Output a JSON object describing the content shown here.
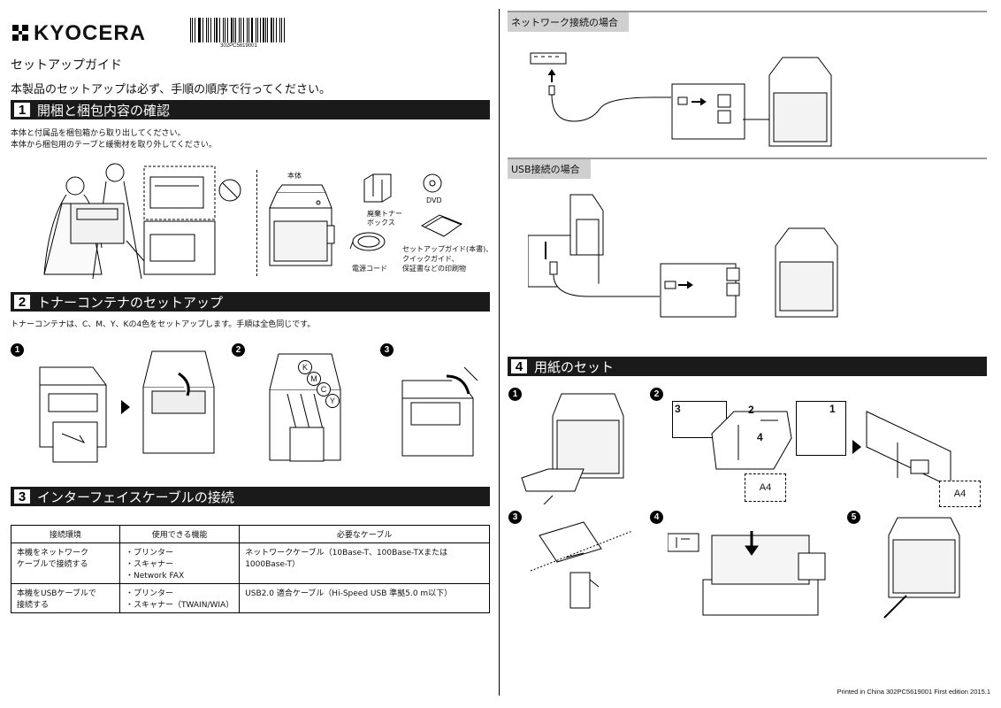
{
  "header": {
    "logo": "KYOCERA",
    "barcode_number": "302PC5619001",
    "guide_title": "セットアップガイド",
    "intro": "本製品のセットアップは必ず、手順の順序で行ってください。"
  },
  "sections": [
    {
      "number": "1",
      "title": "開梱と梱包内容の確認",
      "text": [
        "本体と付属品を梱包箱から取り出してください。",
        "本体から梱包用のテープと緩衝材を取り外してください。"
      ],
      "labels": {
        "main_unit": "本体",
        "waste_toner": "廃棄トナー\nボックス",
        "dvd": "DVD",
        "power_cord": "電源コード",
        "printed": "セットアップガイド(本書)、\nクイックガイド、\n保証書などの印刷物"
      }
    },
    {
      "number": "2",
      "title": "トナーコンテナのセットアップ",
      "text": [
        "トナーコンテナは、C、M、Y、Kの4色をセットアップします。手順は全色同じです。"
      ],
      "toner_letters": [
        "K",
        "M",
        "C",
        "Y"
      ]
    },
    {
      "number": "3",
      "title": "インターフェイスケーブルの接続"
    },
    {
      "number": "4",
      "title": "用紙のセット"
    }
  ],
  "table": {
    "headers": [
      "接続環境",
      "使用できる機能",
      "必要なケーブル"
    ],
    "rows": [
      {
        "env": "本機をネットワーク\nケーブルで接続する",
        "features": "・プリンター\n・スキャナー\n・Network FAX",
        "cable": "ネットワークケーブル（10Base-T、100Base-TXまたは1000Base-T）"
      },
      {
        "env": "本機をUSBケーブルで\n接続する",
        "features": "・プリンター\n・スキャナー（TWAIN/WIA）",
        "cable": "USB2.0 適合ケーブル（Hi-Speed USB 準拠5.0 m以下）"
      }
    ]
  },
  "connections": {
    "network_label": "ネットワーク接続の場合",
    "usb_label": "USB接続の場合"
  },
  "step_numbers": [
    "1",
    "2",
    "3",
    "4",
    "5"
  ],
  "paper": {
    "size_label": "A4",
    "step2_marks": [
      "3",
      "2",
      "1",
      "4"
    ]
  },
  "footer": "Printed in China  302PC5619001  First edition  2015.1"
}
